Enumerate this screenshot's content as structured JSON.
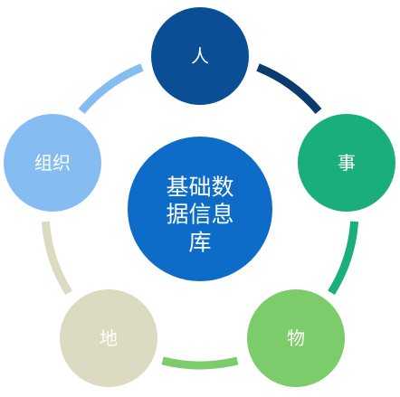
{
  "diagram": {
    "center": {
      "lines": [
        "基础数",
        "据信息",
        "库"
      ],
      "color": "#0C6CC8"
    },
    "nodes": [
      {
        "label": "人",
        "color": "#0A4F96",
        "arc_color": "#0A3A6E"
      },
      {
        "label": "事",
        "color": "#19AE7A",
        "arc_color": "#1AAF7C"
      },
      {
        "label": "物",
        "color": "#7CCC6C",
        "arc_color": "#7CCC6C"
      },
      {
        "label": "地",
        "color": "#DCDAC1",
        "arc_color": "#DCDAC1"
      },
      {
        "label": "组织",
        "color": "#85BDF3",
        "arc_color": "#85BDF3"
      }
    ]
  }
}
